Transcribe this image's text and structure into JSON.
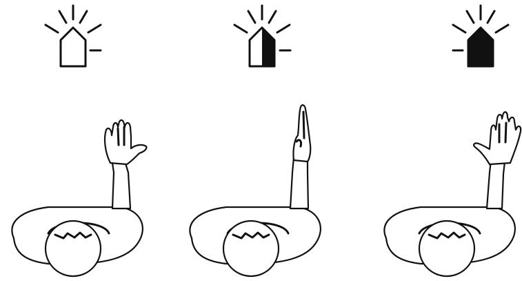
{
  "panels": [
    {
      "id": "open-hand-white-marker",
      "icon_fill": "white",
      "dash_side": "right",
      "hand_pose": "open-palm"
    },
    {
      "id": "flat-hand-half-marker",
      "icon_fill": "half",
      "dash_side": "right",
      "hand_pose": "flat-vertical"
    },
    {
      "id": "spread-hand-black-marker",
      "icon_fill": "black",
      "dash_side": "left",
      "hand_pose": "spread-fingers"
    }
  ],
  "colors": {
    "ink": "#111111",
    "background": "#ffffff"
  }
}
